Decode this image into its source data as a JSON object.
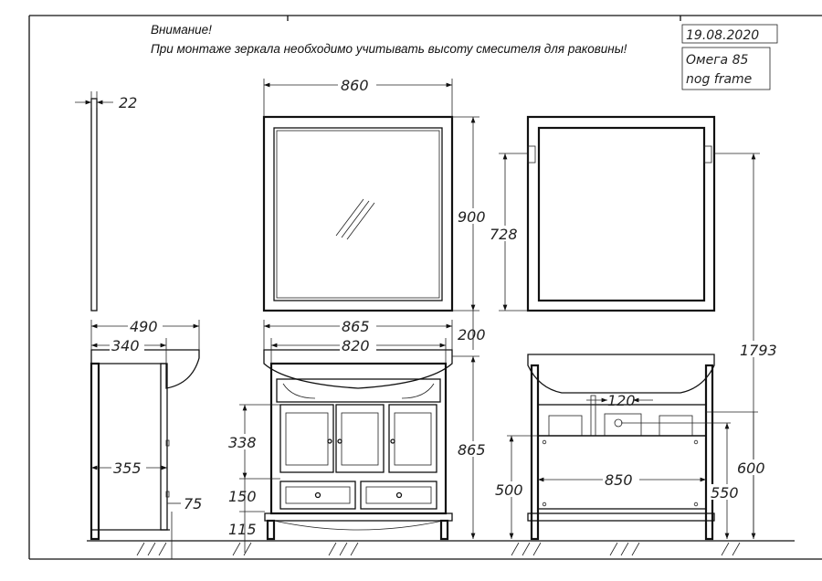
{
  "notes": {
    "title": "Внимание!",
    "text": "При монтаже зеркала необходимо учитывать высоту смесителя для раковины!"
  },
  "stamp": {
    "date": "19.08.2020",
    "model_line1": "Омега 85",
    "model_line2": "nog frame"
  },
  "dimensions": {
    "mirror_depth": "22",
    "mirror_width": "860",
    "mirror_height": "900",
    "mount_height": "728",
    "total_height": "1793",
    "counter_depth": "490",
    "body_depth": "340",
    "counter_width": "865",
    "body_width": "820",
    "gap": "200",
    "door_height": "338",
    "cabinet_height": "865",
    "drawer_height": "150",
    "plinth_height": "115",
    "side_depth": "355",
    "side_offset": "75",
    "tap_spacing": "120",
    "pipe_600": "600",
    "pipe_500": "500",
    "back_width": "850",
    "pipe_550": "550"
  }
}
